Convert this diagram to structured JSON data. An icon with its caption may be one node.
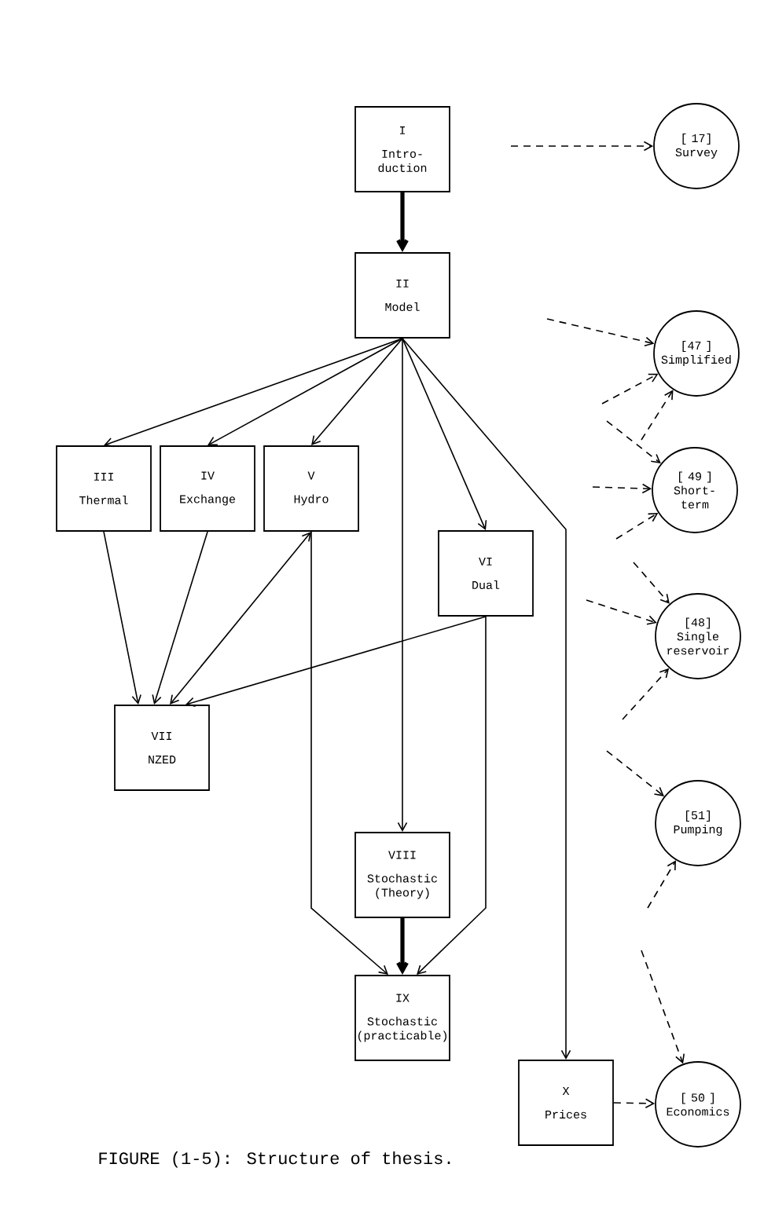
{
  "diagram": {
    "caption": "FIGURE (1-5): Structure of thesis.",
    "nodes": [
      {
        "text": [
          "I",
          "Intro- duction"
        ]
      },
      {
        "text": [
          "II",
          "Model"
        ]
      },
      {
        "text": [
          "III",
          "Thermal"
        ]
      },
      {
        "text": [
          "IV",
          "Exchange"
        ]
      },
      {
        "text": [
          "V",
          "Hydro"
        ]
      },
      {
        "text": [
          "VI",
          "Dual"
        ]
      },
      {
        "text": [
          "VII",
          "NZED"
        ]
      },
      {
        "text": [
          "VIII",
          "Stochastic (Theory)"
        ]
      },
      {
        "text": [
          "IX",
          "Stochastic (practicable)"
        ]
      },
      {
        "text": [
          "X",
          "Prices"
        ]
      },
      {
        "text": [
          "[ 17]",
          "Survey"
        ]
      },
      {
        "text": [
          "[47 ]",
          "Simplified"
        ]
      },
      {
        "text": [
          "[ 49 ]",
          "Short- term"
        ]
      },
      {
        "text": [
          "[48]",
          "Single reservoir"
        ]
      },
      {
        "text": [
          "[51]",
          "Pumping"
        ]
      },
      {
        "text": [
          "[ 50 ]",
          "Economics"
        ]
      }
    ],
    "edges": [
      {
        "from": 0,
        "to": 1,
        "arrow": "to",
        "style": "thick"
      },
      {
        "from": 1,
        "to": 2,
        "arrow": "to"
      },
      {
        "from": 1,
        "to": 3,
        "arrow": "to"
      },
      {
        "from": 1,
        "to": 4,
        "arrow": "to"
      },
      {
        "from": 1,
        "to": 5,
        "arrow": "to"
      },
      {
        "from": 1,
        "to": 7,
        "arrow": "to"
      },
      {
        "from": 1,
        "to": 9,
        "arrow": "to"
      },
      {
        "from": 2,
        "to": 6,
        "arrow": "to"
      },
      {
        "from": 3,
        "to": 6,
        "arrow": "to"
      },
      {
        "from": 4,
        "to": 6,
        "arrow": "both"
      },
      {
        "from": 5,
        "to": 6,
        "arrow": "to"
      },
      {
        "from": 4,
        "to": 8,
        "arrow": "to"
      },
      {
        "from": 5,
        "to": 8,
        "arrow": "to"
      },
      {
        "from": 7,
        "to": 8,
        "arrow": "to",
        "style": "thick"
      },
      {
        "from": null,
        "to": 10,
        "arrow": "to",
        "style": "dashed"
      },
      {
        "from": null,
        "to": 11,
        "arrow": "to",
        "style": "dashed"
      },
      {
        "from": null,
        "to": 11,
        "arrow": "to",
        "style": "dashed"
      },
      {
        "from": null,
        "to": 11,
        "arrow": "to",
        "style": "dashed"
      },
      {
        "from": null,
        "to": 12,
        "arrow": "to",
        "style": "dashed"
      },
      {
        "from": null,
        "to": 12,
        "arrow": "to",
        "style": "dashed"
      },
      {
        "from": null,
        "to": 12,
        "arrow": "to",
        "style": "dashed"
      },
      {
        "from": null,
        "to": 13,
        "arrow": "to",
        "style": "dashed"
      },
      {
        "from": null,
        "to": 13,
        "arrow": "to",
        "style": "dashed"
      },
      {
        "from": null,
        "to": 13,
        "arrow": "to",
        "style": "dashed"
      },
      {
        "from": null,
        "to": 14,
        "arrow": "to",
        "style": "dashed"
      },
      {
        "from": null,
        "to": 14,
        "arrow": "to",
        "style": "dashed"
      },
      {
        "from": null,
        "to": 15,
        "arrow": "to",
        "style": "dashed"
      },
      {
        "from": 9,
        "to": 15,
        "arrow": "to",
        "style": "dashed"
      }
    ]
  }
}
